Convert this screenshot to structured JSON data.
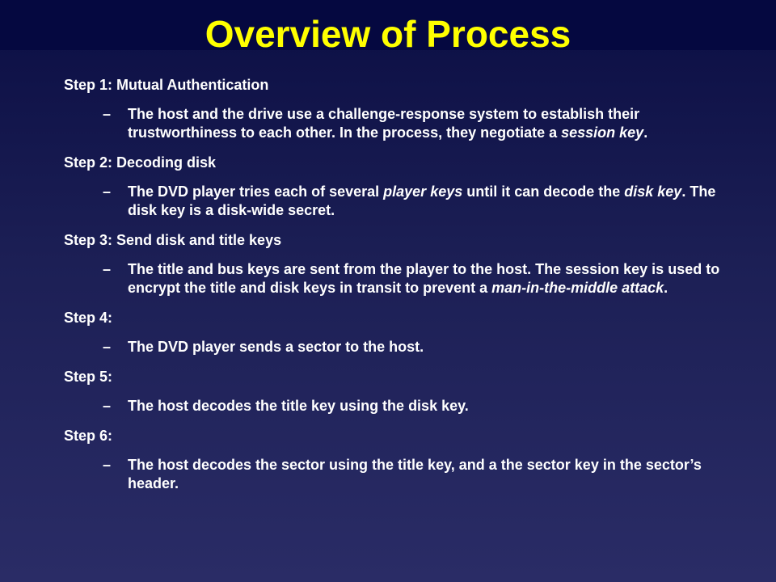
{
  "slide": {
    "title": "Overview of Process"
  },
  "steps": [
    {
      "heading": "Step 1: Mutual Authentication",
      "detail": [
        {
          "text": "The host and the drive use a challenge-response system to establish their trustworthiness to each other. In the process, they negotiate a "
        },
        {
          "text": "session key",
          "italic": true
        },
        {
          "text": "."
        }
      ]
    },
    {
      "heading": "Step 2: Decoding disk",
      "detail": [
        {
          "text": "The DVD player tries each of several "
        },
        {
          "text": "player keys",
          "italic": true
        },
        {
          "text": " until it can decode the "
        },
        {
          "text": "disk key",
          "italic": true
        },
        {
          "text": ". The disk key is a disk-wide secret."
        }
      ]
    },
    {
      "heading": "Step 3: Send disk and title keys",
      "detail": [
        {
          "text": "The title and bus keys are sent from the player to the host. The session key is used to encrypt the title and disk keys in transit to prevent a "
        },
        {
          "text": "man-in-the-middle attack",
          "italic": true
        },
        {
          "text": "."
        }
      ]
    },
    {
      "heading": "Step 4:",
      "detail": [
        {
          "text": "The DVD player sends a sector to the host."
        }
      ]
    },
    {
      "heading": "Step 5:",
      "detail": [
        {
          "text": "The host decodes the title key using the disk key."
        }
      ]
    },
    {
      "heading": "Step 6:",
      "detail": [
        {
          "text": "The host decodes the sector using the title key, and a the sector key in the sector’s header."
        }
      ]
    }
  ],
  "bullet_symbol": "–",
  "colors": {
    "title": "#ffff00",
    "text": "#ffffff",
    "background_top": "#0b0e44",
    "background_bottom": "#2a2c66"
  }
}
